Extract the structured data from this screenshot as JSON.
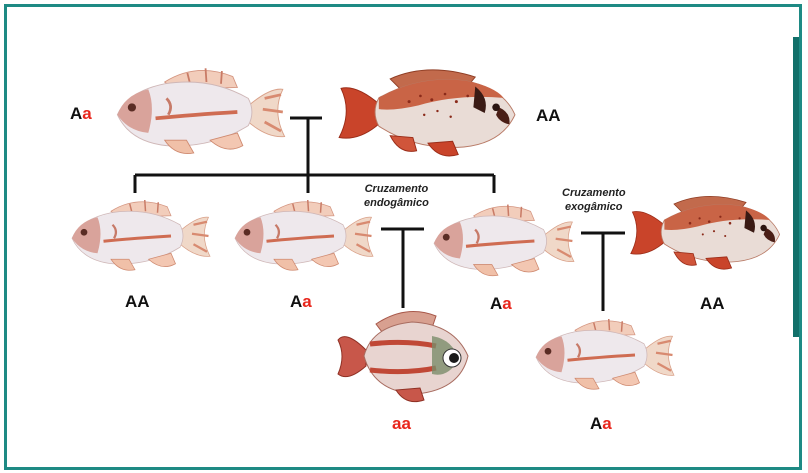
{
  "colors": {
    "border": "#1e8a84",
    "recessive_allele": "#e8261c",
    "line": "#111111"
  },
  "crosses": {
    "inbreeding_line1": "Cruzamento",
    "inbreeding_line2": "endogâmico",
    "outbreeding_line1": "Cruzamento",
    "outbreeding_line2": "exogâmico"
  },
  "genotypes": {
    "parent_left": {
      "dominant": "A",
      "recessive": "a"
    },
    "parent_right": {
      "dominant": "AA",
      "recessive": ""
    },
    "offspring_1": {
      "dominant": "AA",
      "recessive": ""
    },
    "offspring_2": {
      "dominant": "A",
      "recessive": "a"
    },
    "offspring_3": {
      "dominant": "A",
      "recessive": "a"
    },
    "outcross_mate": {
      "dominant": "AA",
      "recessive": ""
    },
    "inbred_offspring": {
      "dominant": "",
      "recessive": "aa"
    },
    "outbred_offspring": {
      "dominant": "A",
      "recessive": "a"
    }
  },
  "fish": {
    "parent_left": "white-red-tilapia-icon",
    "parent_right": "dark-red-tilapia-icon",
    "offspring_1": "white-red-tilapia-icon",
    "offspring_2": "white-red-tilapia-icon",
    "offspring_3": "white-red-tilapia-icon",
    "outcross_mate": "dark-red-tilapia-icon",
    "inbred_offspring": "deformed-tilapia-icon",
    "outbred_offspring": "white-red-tilapia-icon"
  }
}
